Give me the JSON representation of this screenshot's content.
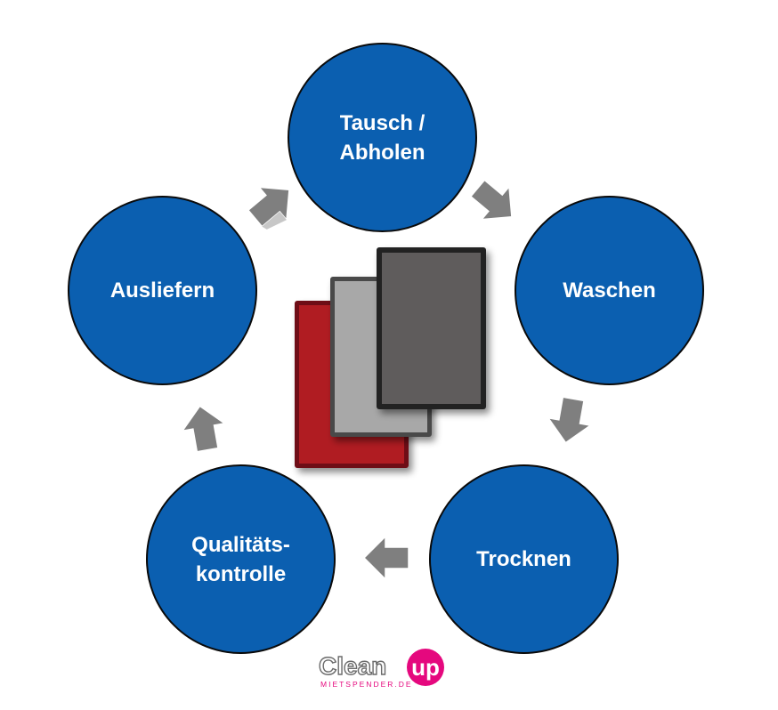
{
  "diagram": {
    "steps": [
      {
        "id": "tausch",
        "label": "Tausch /\nAbholen"
      },
      {
        "id": "waschen",
        "label": "Waschen"
      },
      {
        "id": "trocknen",
        "label": "Trocknen"
      },
      {
        "id": "qualitaet",
        "label": "Qualitäts-\nkontrolle"
      },
      {
        "id": "ausliefern",
        "label": "Ausliefern"
      }
    ],
    "center_image": "three-doormats-red-grey-anthracite"
  },
  "logo": {
    "word": "Clean",
    "badge": "up",
    "subtitle": "MIETSPENDER.DE"
  },
  "colors": {
    "circle_fill": "#0b5fb0",
    "circle_border": "#0a0a0a",
    "arrow_fill": "#7f7f7f",
    "mat_red": "#b01e24",
    "mat_grey": "#a8a8a8",
    "mat_dark": "#5e5c5c",
    "logo_pink": "#e5087e",
    "logo_grey": "#6b6b6b"
  }
}
